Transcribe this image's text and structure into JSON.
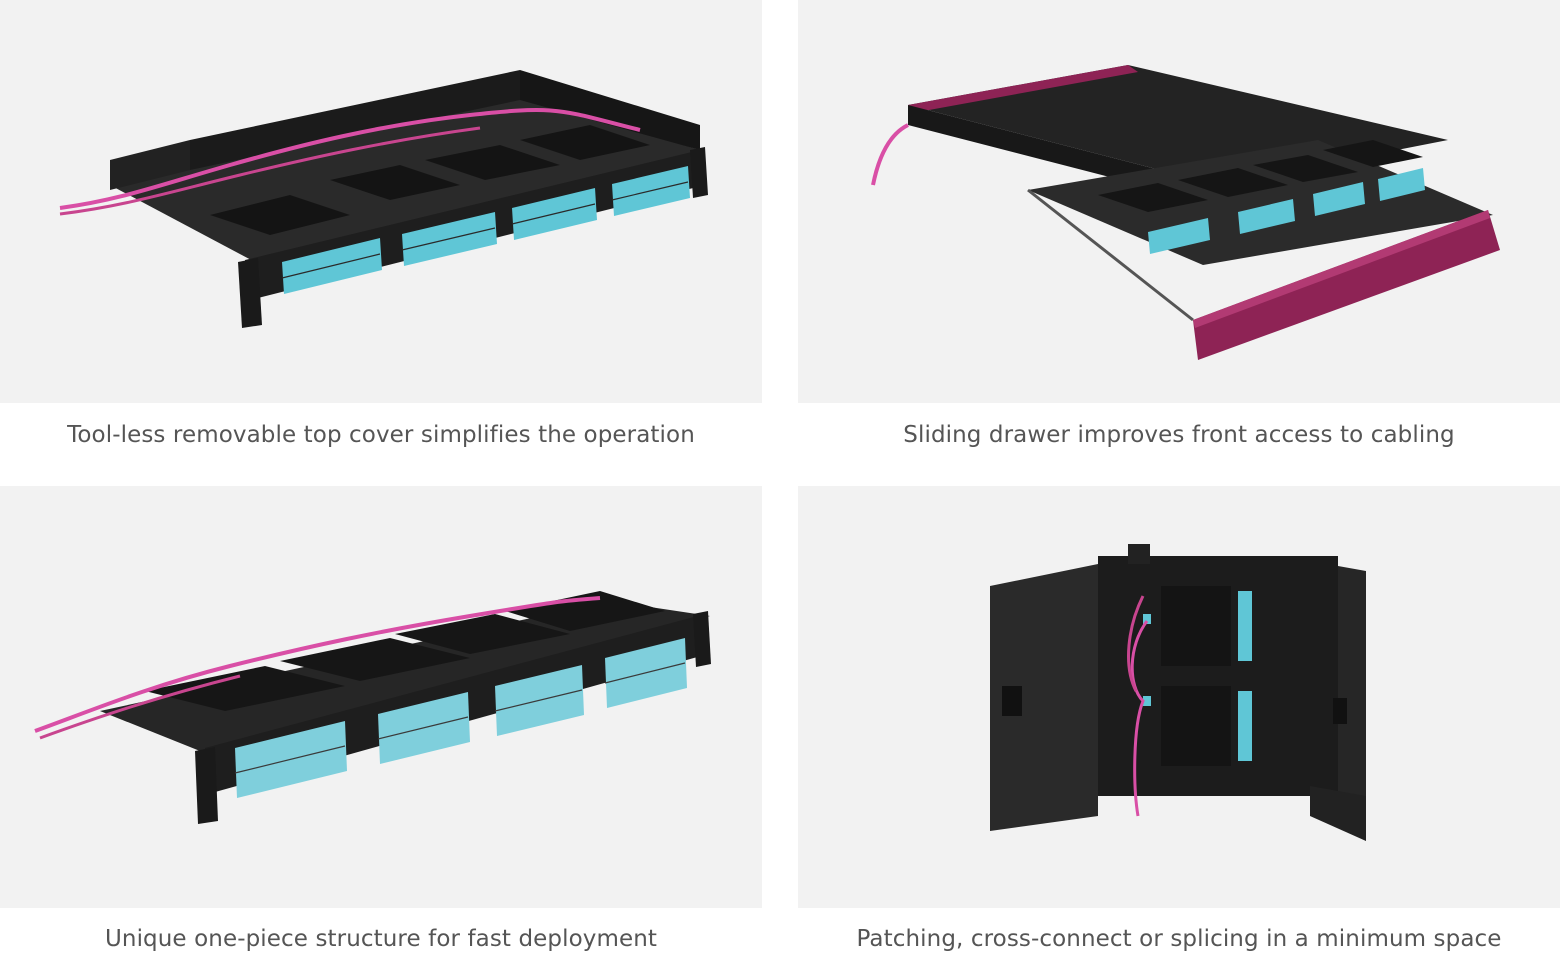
{
  "panels": [
    {
      "caption": "Tool-less removable top cover simplifies the operation",
      "image": "rack-mount-fiber-enclosure-open-top"
    },
    {
      "caption": "Sliding drawer improves front access to cabling",
      "image": "rack-mount-fiber-enclosure-sliding-drawer"
    },
    {
      "caption": "Unique one-piece structure for fast deployment",
      "image": "rack-mount-fiber-enclosure-one-piece"
    },
    {
      "caption": "Patching, cross-connect or splicing in a minimum space",
      "image": "wall-mount-fiber-enclosure-open-doors"
    }
  ],
  "colors": {
    "tile_background": "#f2f2f2",
    "enclosure_black": "#1e1e1e",
    "fiber_magenta": "#d94fa6",
    "adapter_aqua": "#5fc6d6",
    "drawer_panel_magenta": "#8e2355",
    "caption_text": "#555555"
  }
}
